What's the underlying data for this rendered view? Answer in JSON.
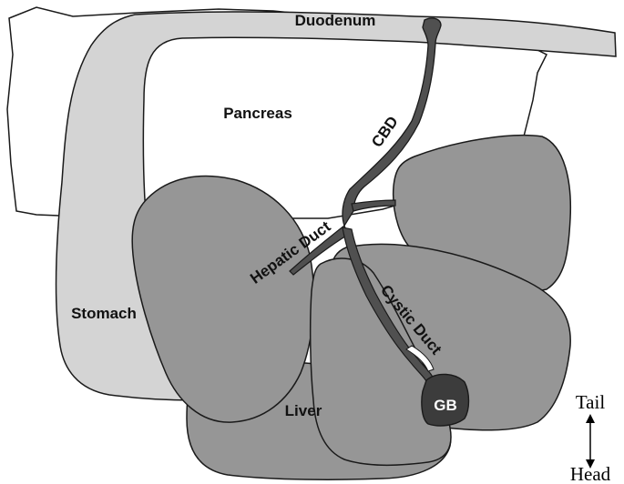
{
  "labels": {
    "duodenum": "Duodenum",
    "pancreas": "Pancreas",
    "cbd": "CBD",
    "hepatic_duct": "Hepatic Duct",
    "cystic_duct": "Cystic Duct",
    "stomach": "Stomach",
    "liver": "Liver",
    "gb": "GB"
  },
  "orientation": {
    "top": "Tail",
    "bottom": "Head"
  },
  "colors": {
    "outline": "#1a1a1a",
    "stomach_fill": "#d4d4d4",
    "liver_fill": "#969696",
    "duct_fill": "#505050",
    "gb_fill": "#3c3c3c",
    "pancreas_fill": "#ffffff"
  }
}
